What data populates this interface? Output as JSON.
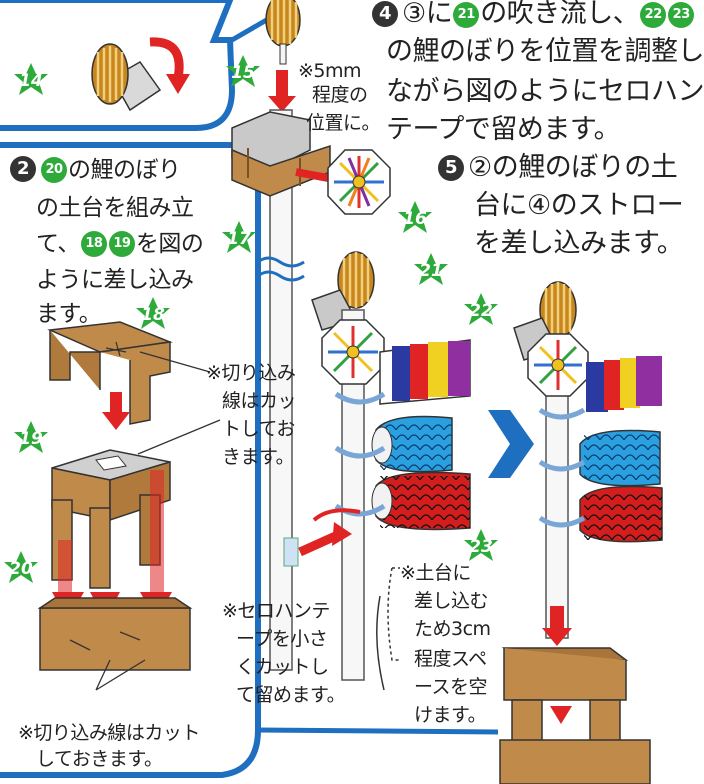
{
  "step4": {
    "num": "4",
    "line1_pre": "③に",
    "ref21": "21",
    "line1_mid": "の吹き流し、",
    "ref22": "22",
    "ref23": "23",
    "line2": "の鯉のぼりを位置を調整し",
    "line3": "ながら図のようにセロハン",
    "line4": "テープで留めます。"
  },
  "step5": {
    "num": "5",
    "line1": "②の鯉のぼりの土",
    "line2": "台に④のストロー",
    "line3": "を差し込みます。"
  },
  "step2": {
    "num": "2",
    "ref20": "20",
    "line1_post": "の鯉のぼり",
    "line2": "の土台を組み立",
    "line3_pre": "て、",
    "ref18": "18",
    "ref19": "19",
    "line3_post": "を図の",
    "line4": "ように差し込み",
    "line5": "ます。"
  },
  "notes": {
    "mm5_1": "※5mm",
    "mm5_2": "程度の",
    "mm5_3": "位置に。",
    "cut_a1": "※切り込み",
    "cut_a2": "線はカッ",
    "cut_a3": "トしてお",
    "cut_a4": "きます。",
    "cut_b1": "※切り込み線はカット",
    "cut_b2": "しておきます。",
    "tape1": "※セロハンテ",
    "tape2": "ープを小さ",
    "tape3": "くカットし",
    "tape4": "て留めます。",
    "space1": "※土台に",
    "space2": "差し込む",
    "space3": "ため3cm",
    "space4": "程度スペ",
    "space5": "ースを空",
    "space6": "けます。"
  },
  "badges": {
    "b14": "14",
    "b15": "15",
    "b16": "16",
    "b17": "17",
    "b18": "18",
    "b19": "19",
    "b20": "20",
    "b21": "21",
    "b22": "22",
    "b23": "23"
  },
  "colors": {
    "frame_blue": "#1f6fc0",
    "badge_green": "#2eaa3a",
    "cardboard": "#c08a4a",
    "arrow_red": "#e02424",
    "carp_blue": "#2aa0e0",
    "carp_red": "#d41e1e"
  }
}
